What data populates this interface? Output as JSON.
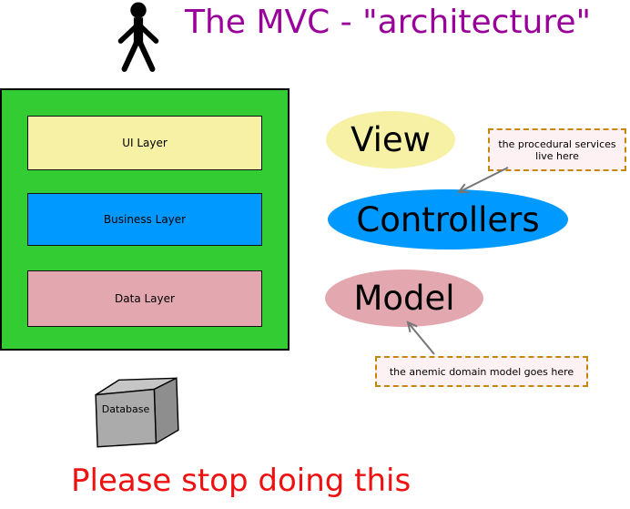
{
  "title": "The MVC - \"architecture\"",
  "stack": {
    "layers": [
      {
        "label": "UI Layer",
        "color": "#f6f1a4"
      },
      {
        "label": "Business Layer",
        "color": "#0099ff"
      },
      {
        "label": "Data Layer",
        "color": "#e3a7b0"
      }
    ]
  },
  "mvc": {
    "view": "View",
    "controllers": "Controllers",
    "model": "Model"
  },
  "annotations": {
    "procedural": "the procedural services live here",
    "anemic": "the anemic domain model goes here"
  },
  "database": {
    "label": "Database"
  },
  "footer": {
    "text": "Please stop doing this"
  },
  "icons": {
    "person": "person-icon",
    "database_cube": "database-cube-icon",
    "arrow_to_controllers": "arrow-icon",
    "arrow_to_model": "arrow-icon"
  },
  "colors": {
    "title_purple": "#990099",
    "green_box": "#33cc33",
    "pale_yellow": "#f6f1a4",
    "blue": "#0099ff",
    "pink": "#e3a7b0",
    "annotation_bg": "#fdf1f3",
    "annotation_border": "#c8860b",
    "footer_red": "#ee1111",
    "arrow_gray": "#767676"
  }
}
